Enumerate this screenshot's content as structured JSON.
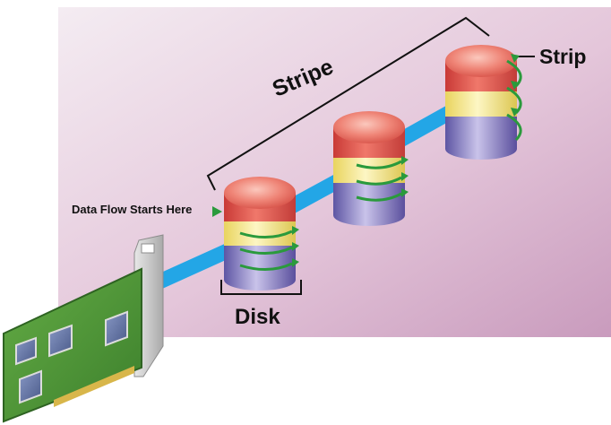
{
  "labels": {
    "stripe": "Stripe",
    "strip": "Strip",
    "disk": "Disk",
    "data_flow": "Data Flow Starts Here"
  },
  "colors": {
    "background_panel": "#d9b3ce",
    "cable": "#23a6e6",
    "disk_top": "#e35a4d",
    "disk_middle": "#f7ea8a",
    "disk_bottom": "#8b7fc3",
    "arrow": "#2a9a3c",
    "card_pcb": "#4f9a3a",
    "card_bracket": "#cfcfcf",
    "chip": "#5d6f9f"
  },
  "icons": {
    "flow_arrow": "green-triangle-icon",
    "rotation_arrows": "circular-arrow-icon"
  }
}
